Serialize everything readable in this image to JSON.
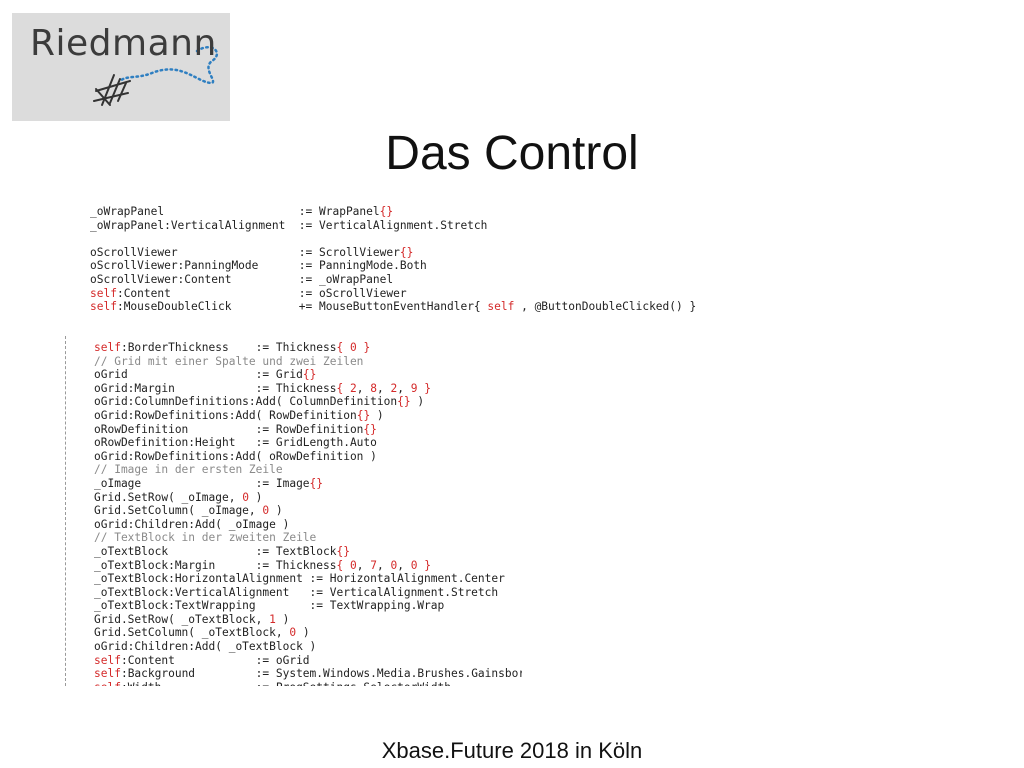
{
  "logo": {
    "text": "Riedmann"
  },
  "slide": {
    "title": "Das Control",
    "footer": "Xbase.Future 2018 in Köln"
  },
  "code_block_1": [
    "_oWrapPanel                    := WrapPanel{}",
    "_oWrapPanel:VerticalAlignment  := VerticalAlignment.Stretch",
    "",
    "oScrollViewer                  := ScrollViewer{}",
    "oScrollViewer:PanningMode      := PanningMode.Both",
    "oScrollViewer:Content          := _oWrapPanel",
    "self:Content                   := oScrollViewer",
    "self:MouseDoubleClick          += MouseButtonEventHandler{ self , @ButtonDoubleClicked() }"
  ],
  "code_block_2": [
    "self:BorderThickness    := Thickness{ 0 }",
    "// Grid mit einer Spalte und zwei Zeilen",
    "oGrid                   := Grid{}",
    "oGrid:Margin            := Thickness{ 2, 8, 2, 9 }",
    "oGrid:ColumnDefinitions:Add( ColumnDefinition{} )",
    "oGrid:RowDefinitions:Add( RowDefinition{} )",
    "oRowDefinition          := RowDefinition{}",
    "oRowDefinition:Height   := GridLength.Auto",
    "oGrid:RowDefinitions:Add( oRowDefinition )",
    "// Image in der ersten Zeile",
    "_oImage                 := Image{}",
    "Grid.SetRow( _oImage, 0 )",
    "Grid.SetColumn( _oImage, 0 )",
    "oGrid:Children:Add( _oImage )",
    "// TextBlock in der zweiten Zeile",
    "_oTextBlock             := TextBlock{}",
    "_oTextBlock:Margin      := Thickness{ 0, 7, 0, 0 }",
    "_oTextBlock:HorizontalAlignment := HorizontalAlignment.Center",
    "_oTextBlock:VerticalAlignment   := VerticalAlignment.Stretch",
    "_oTextBlock:TextWrapping        := TextWrapping.Wrap",
    "Grid.SetRow( _oTextBlock, 1 )",
    "Grid.SetColumn( _oTextBlock, 0 )",
    "oGrid:Children:Add( _oTextBlock )",
    "self:Content            := oGrid",
    "self:Background         := System.Windows.Media.Brushes.Gainsboro",
    "self:Width              := ProgSettings.SelectorWidth"
  ]
}
